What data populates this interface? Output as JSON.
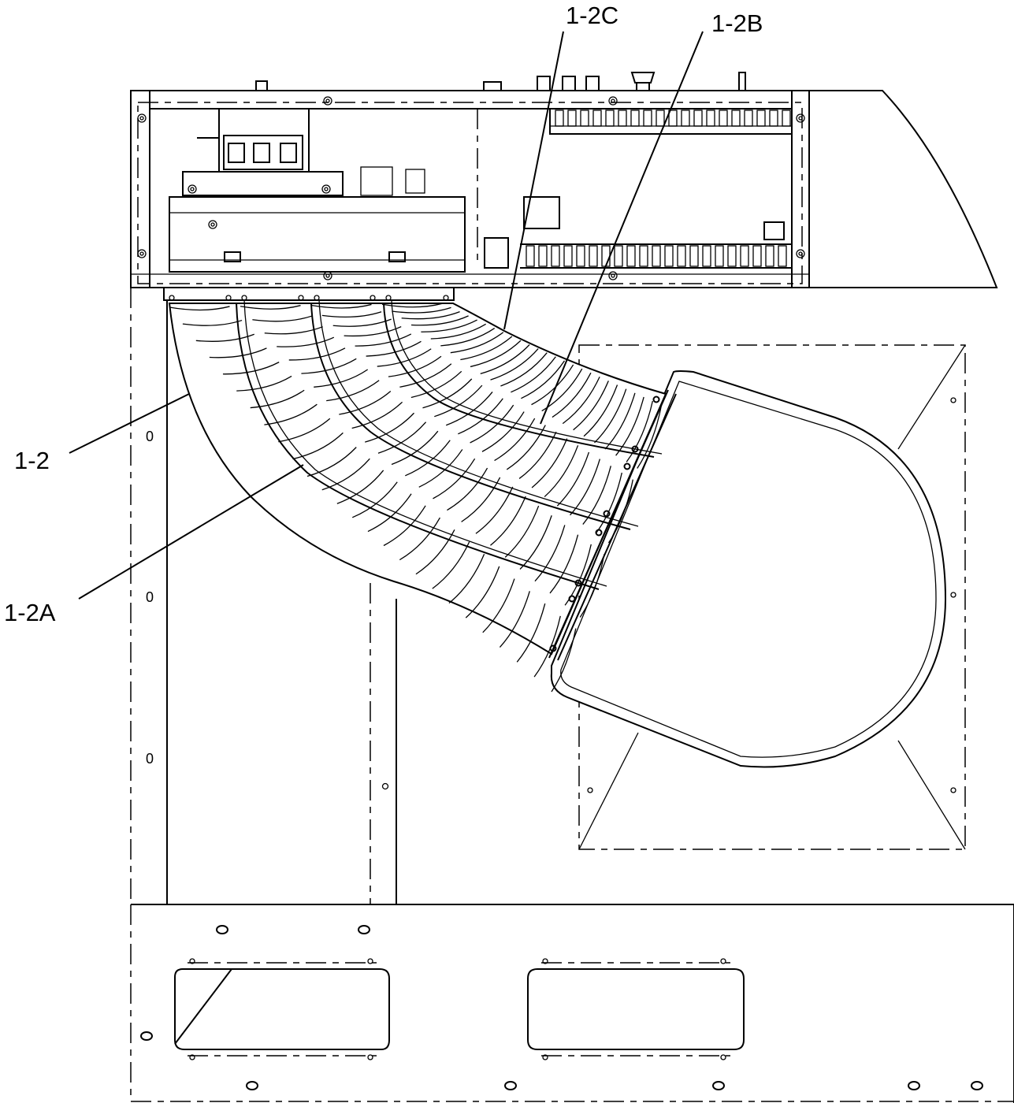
{
  "callouts": {
    "c1": "1-2C",
    "c2": "1-2B",
    "c3": "1-2",
    "c4": "1-2A"
  },
  "side_marks": {
    "m1": "0",
    "m2": "0",
    "m3": "0"
  }
}
